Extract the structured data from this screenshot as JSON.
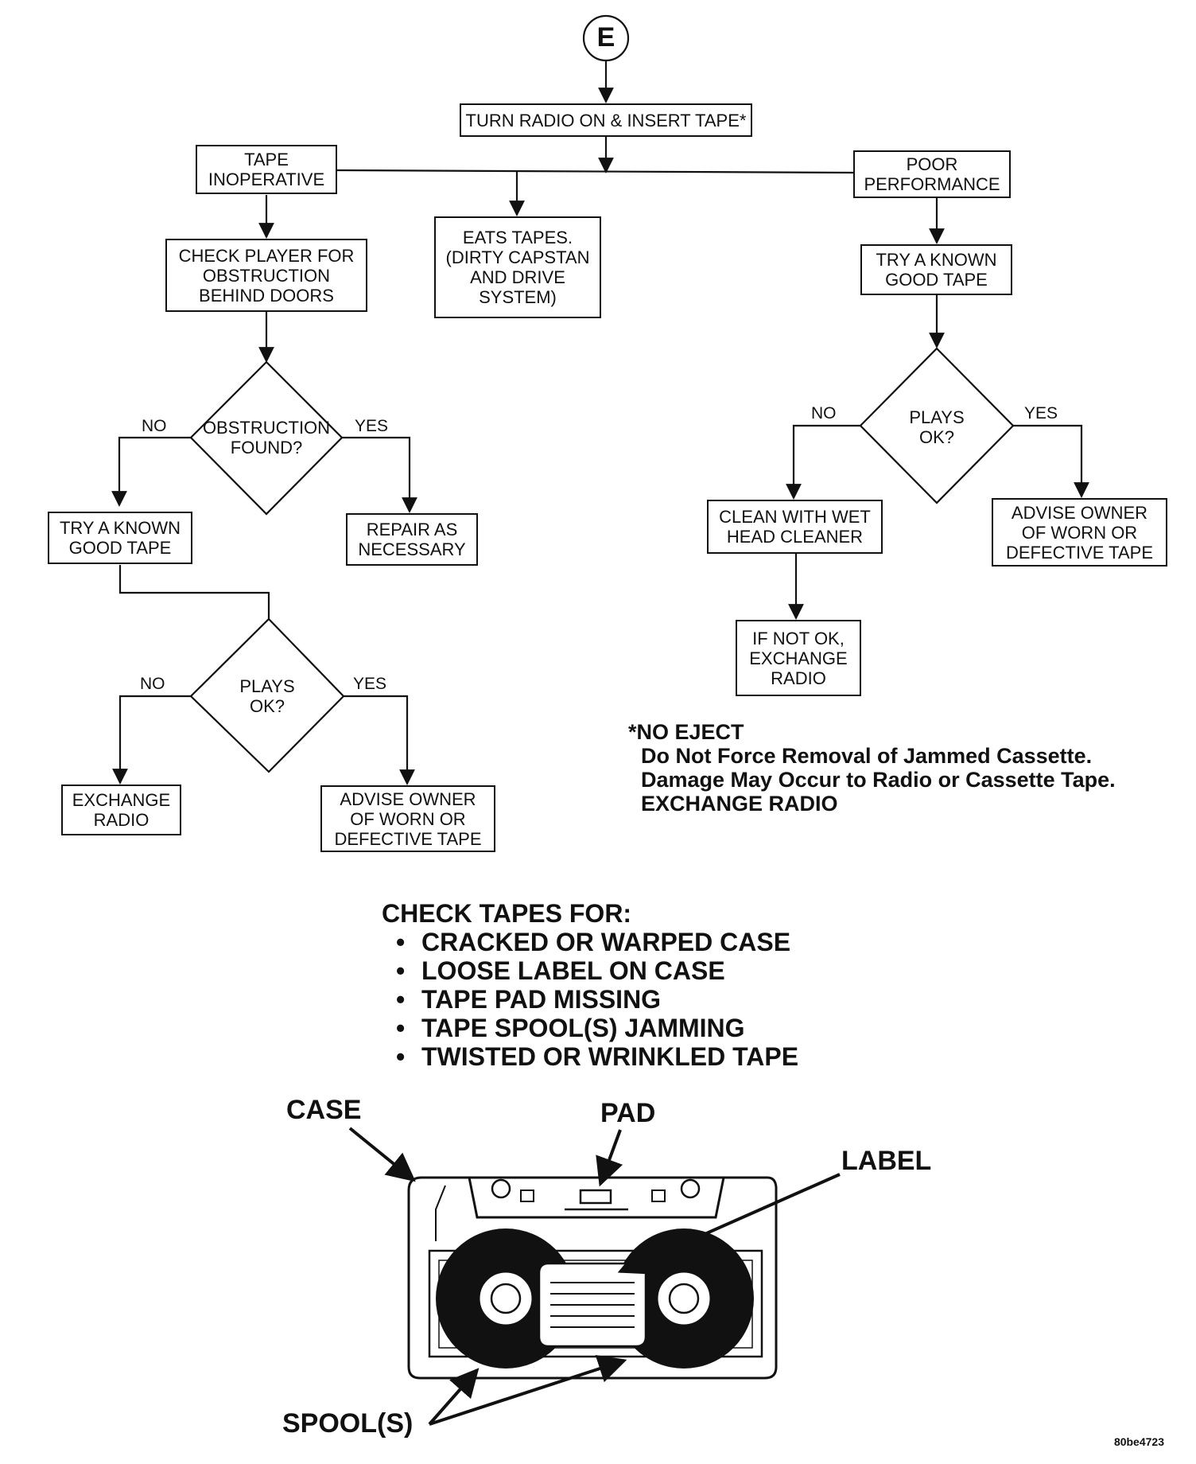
{
  "connector_letter": "E",
  "nodes": {
    "start": "TURN RADIO ON & INSERT TAPE*",
    "tape_inoperative": "TAPE\nINOPERATIVE",
    "eats_tapes": "EATS TAPES.\n(DIRTY CAPSTAN\nAND DRIVE\nSYSTEM)",
    "poor_performance": "POOR\nPERFORMANCE",
    "check_player": "CHECK PLAYER FOR\nOBSTRUCTION\nBEHIND DOORS",
    "obstruction_found": "OBSTRUCTION\nFOUND?",
    "repair": "REPAIR AS\nNECESSARY",
    "try_tape_left": "TRY A KNOWN\nGOOD TAPE",
    "plays_ok_left": "PLAYS\nOK?",
    "exchange_radio": "EXCHANGE\nRADIO",
    "advise_left": "ADVISE OWNER\nOF WORN OR\nDEFECTIVE TAPE",
    "try_tape_right": "TRY A KNOWN\nGOOD TAPE",
    "plays_ok_right": "PLAYS\nOK?",
    "clean_head": "CLEAN WITH WET\nHEAD CLEANER",
    "advise_right": "ADVISE OWNER\nOF WORN OR\nDEFECTIVE TAPE",
    "if_not_ok": "IF NOT OK,\nEXCHANGE\nRADIO"
  },
  "edge_labels": {
    "no": "NO",
    "yes": "YES"
  },
  "note": {
    "title": "*NO EJECT",
    "line1": "Do Not Force Removal of Jammed Cassette.",
    "line2": "Damage May Occur to Radio or Cassette Tape.",
    "line3": "EXCHANGE RADIO"
  },
  "checklist": {
    "title": "CHECK TAPES FOR:",
    "items": [
      "CRACKED OR WARPED CASE",
      "LOOSE LABEL ON CASE",
      "TAPE PAD MISSING",
      "TAPE SPOOL(S) JAMMING",
      "TWISTED OR WRINKLED TAPE"
    ]
  },
  "callouts": {
    "case": "CASE",
    "pad": "PAD",
    "label": "LABEL",
    "spools": "SPOOL(S)"
  },
  "figure_id": "80be4723"
}
